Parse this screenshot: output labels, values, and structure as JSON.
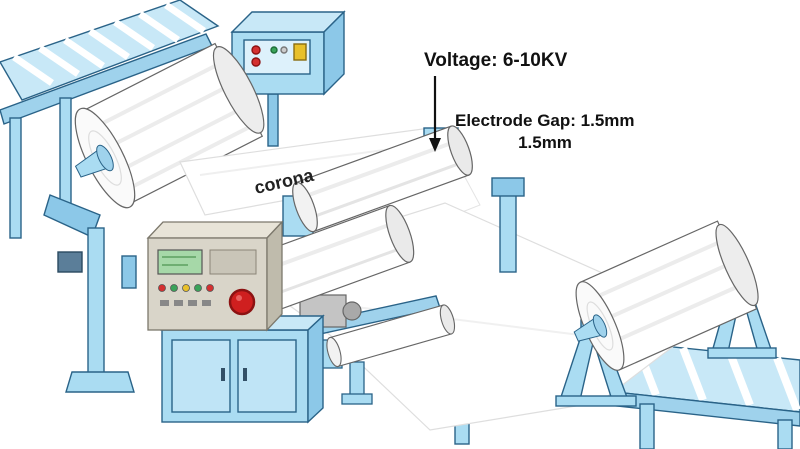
{
  "annotations": {
    "voltage": {
      "label": "Voltage: 6-10KV"
    },
    "electrode_gap": {
      "line1": "Electrode Gap: 1.5mm",
      "line2": "1.5mm"
    },
    "web_label": {
      "label": "corona"
    }
  },
  "colors": {
    "machine_blue": "#aadcf2",
    "machine_blue_light": "#c8e8f7",
    "machine_blue_dark": "#8cc8e8",
    "outline_blue": "#2a6388",
    "roll_white": "#ffffff",
    "panel_beige": "#d9d5c9",
    "emergency_red": "#cf1f1f",
    "indicator_green": "#3aa35a",
    "indicator_yellow": "#e8c02a",
    "annotation_black": "#111111"
  }
}
